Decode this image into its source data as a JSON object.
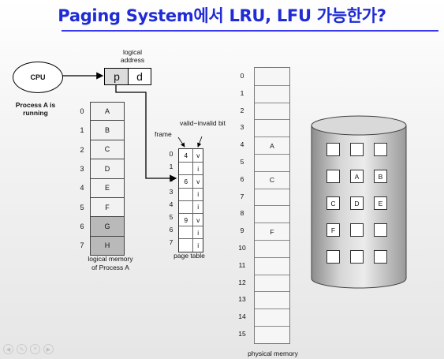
{
  "title": "Paging System에서 LRU, LFU 가능한가?",
  "cpu": {
    "label": "CPU",
    "process_label": "Process A is running"
  },
  "logical_address": {
    "label": "logical address",
    "page": "p",
    "offset": "d"
  },
  "logical_memory": {
    "pages": [
      {
        "index": "0",
        "label": "A"
      },
      {
        "index": "1",
        "label": "B"
      },
      {
        "index": "2",
        "label": "C"
      },
      {
        "index": "3",
        "label": "D"
      },
      {
        "index": "4",
        "label": "E"
      },
      {
        "index": "5",
        "label": "F"
      },
      {
        "index": "6",
        "label": "G"
      },
      {
        "index": "7",
        "label": "H"
      }
    ],
    "caption": "logical memory of Process A"
  },
  "page_table": {
    "frame_label": "frame",
    "valid_invalid_label": "valid−invalid bit",
    "rows": [
      {
        "index": "0",
        "frame": "4",
        "bit": "v"
      },
      {
        "index": "1",
        "frame": "",
        "bit": "i"
      },
      {
        "index": "2",
        "frame": "6",
        "bit": "v"
      },
      {
        "index": "3",
        "frame": "",
        "bit": "i"
      },
      {
        "index": "4",
        "frame": "",
        "bit": "i"
      },
      {
        "index": "5",
        "frame": "9",
        "bit": "v"
      },
      {
        "index": "6",
        "frame": "",
        "bit": "i"
      },
      {
        "index": "7",
        "frame": "",
        "bit": "i"
      }
    ],
    "caption": "page table"
  },
  "physical_memory": {
    "frames": [
      "",
      "",
      "",
      "",
      "A",
      "",
      "C",
      "",
      "",
      "F",
      "",
      "",
      "",
      "",
      "",
      ""
    ],
    "indices": [
      "0",
      "1",
      "2",
      "3",
      "4",
      "5",
      "6",
      "7",
      "8",
      "9",
      "10",
      "11",
      "12",
      "13",
      "14",
      "15"
    ],
    "caption": "physical memory"
  },
  "disk": {
    "rows": [
      [
        "",
        "",
        ""
      ],
      [
        "",
        "A",
        "B"
      ],
      [
        "C",
        "D",
        "E"
      ],
      [
        "F",
        "",
        ""
      ],
      [
        "",
        "",
        ""
      ]
    ]
  }
}
